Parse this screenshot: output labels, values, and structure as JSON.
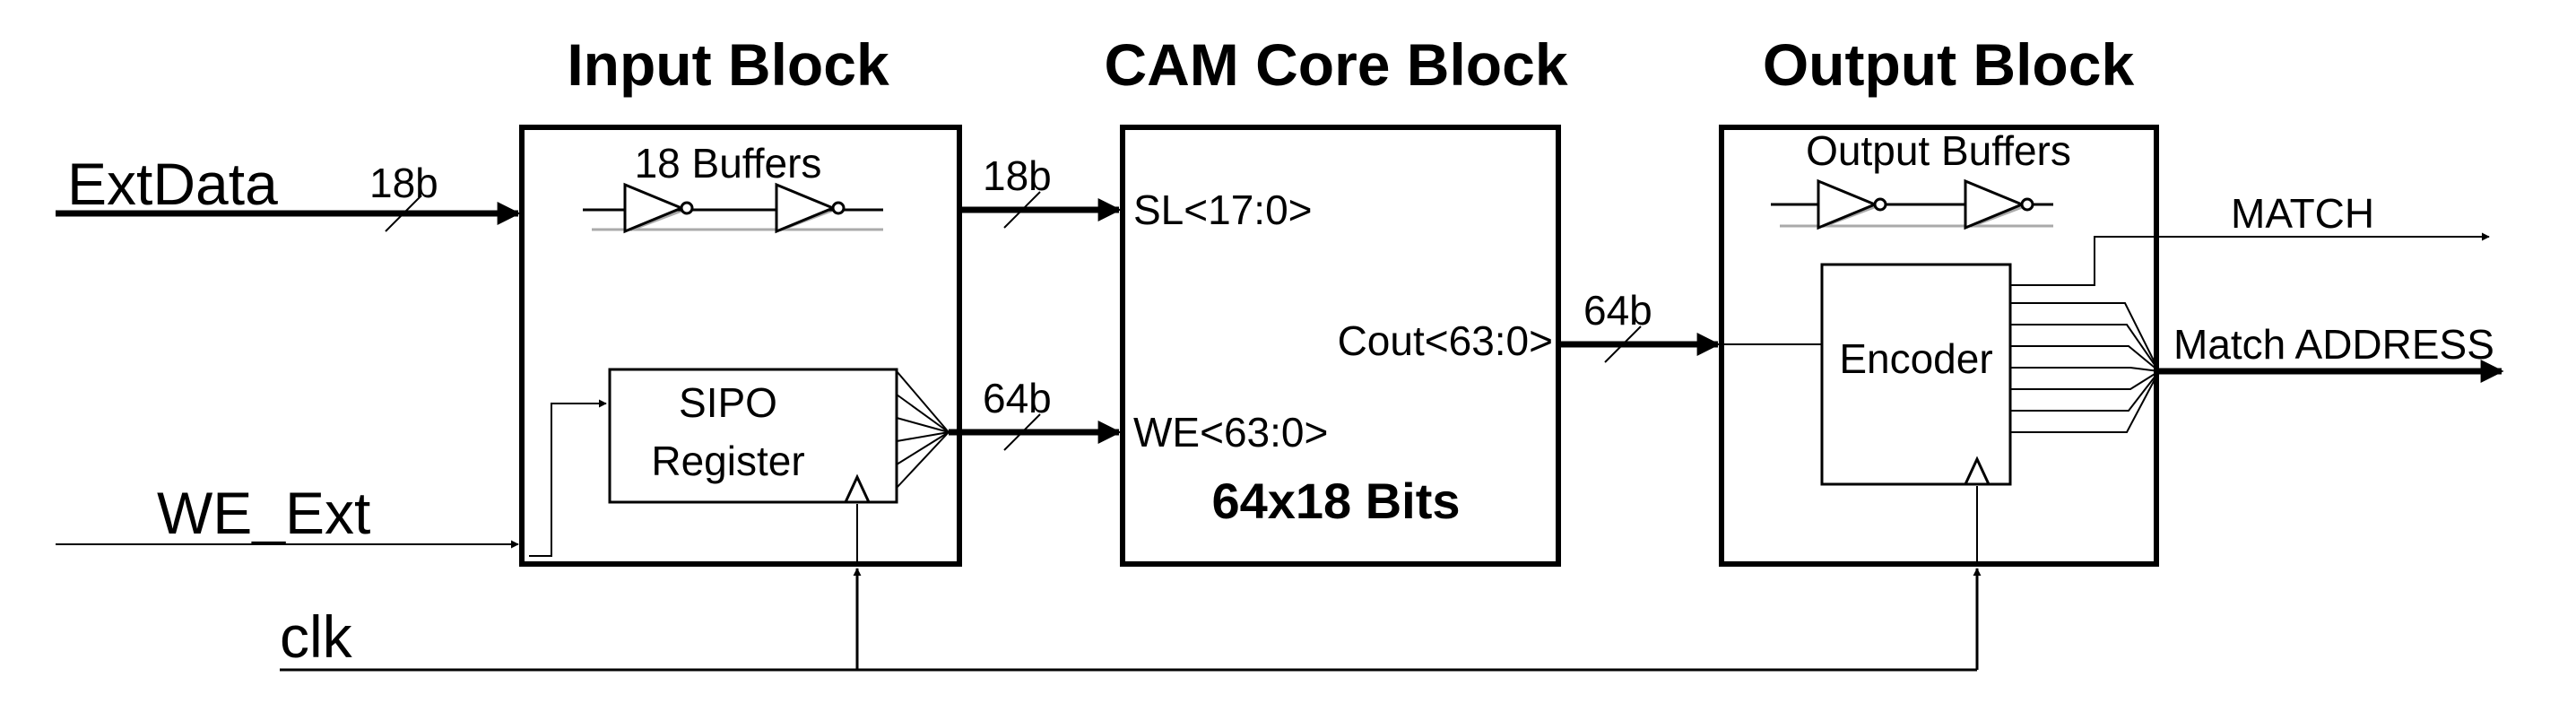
{
  "titles": {
    "input_block": "Input Block",
    "cam_core_block": "CAM Core Block",
    "output_block": "Output Block"
  },
  "inputs": {
    "ext_data": "ExtData",
    "we_ext": "WE_Ext",
    "clk": "clk"
  },
  "input_block": {
    "buffers_label": "18 Buffers",
    "sipo_line1": "SIPO",
    "sipo_line2": "Register"
  },
  "cam_core": {
    "sl_port": "SL<17:0>",
    "we_port": "WE<63:0>",
    "cout_port": "Cout<63:0>",
    "size_label": "64x18 Bits"
  },
  "output_block": {
    "buffers_label": "Output Buffers",
    "encoder_label": "Encoder"
  },
  "outputs": {
    "match": "MATCH",
    "match_address": "Match ADDRESS"
  },
  "bus_widths": {
    "ext_data": "18b",
    "sl": "18b",
    "we": "64b",
    "cout": "64b"
  }
}
